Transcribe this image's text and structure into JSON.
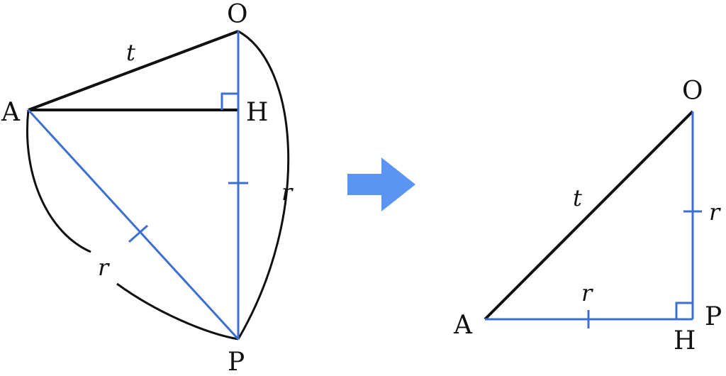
{
  "colors": {
    "blue": "#3d6fd1",
    "black": "#111111",
    "arrow": "#5b95f4"
  },
  "left_figure": {
    "label_O": "O",
    "label_A": "A",
    "label_H": "H",
    "label_P": "P",
    "label_t": "t",
    "label_r_side": "r",
    "label_r_arc": "r"
  },
  "right_figure": {
    "label_O": "O",
    "label_A": "A",
    "label_H": "H",
    "label_P": "P",
    "label_t": "t",
    "label_r_vertical": "r",
    "label_r_horizontal": "r"
  },
  "transition_arrow": {
    "icon": "right-arrow-icon"
  }
}
